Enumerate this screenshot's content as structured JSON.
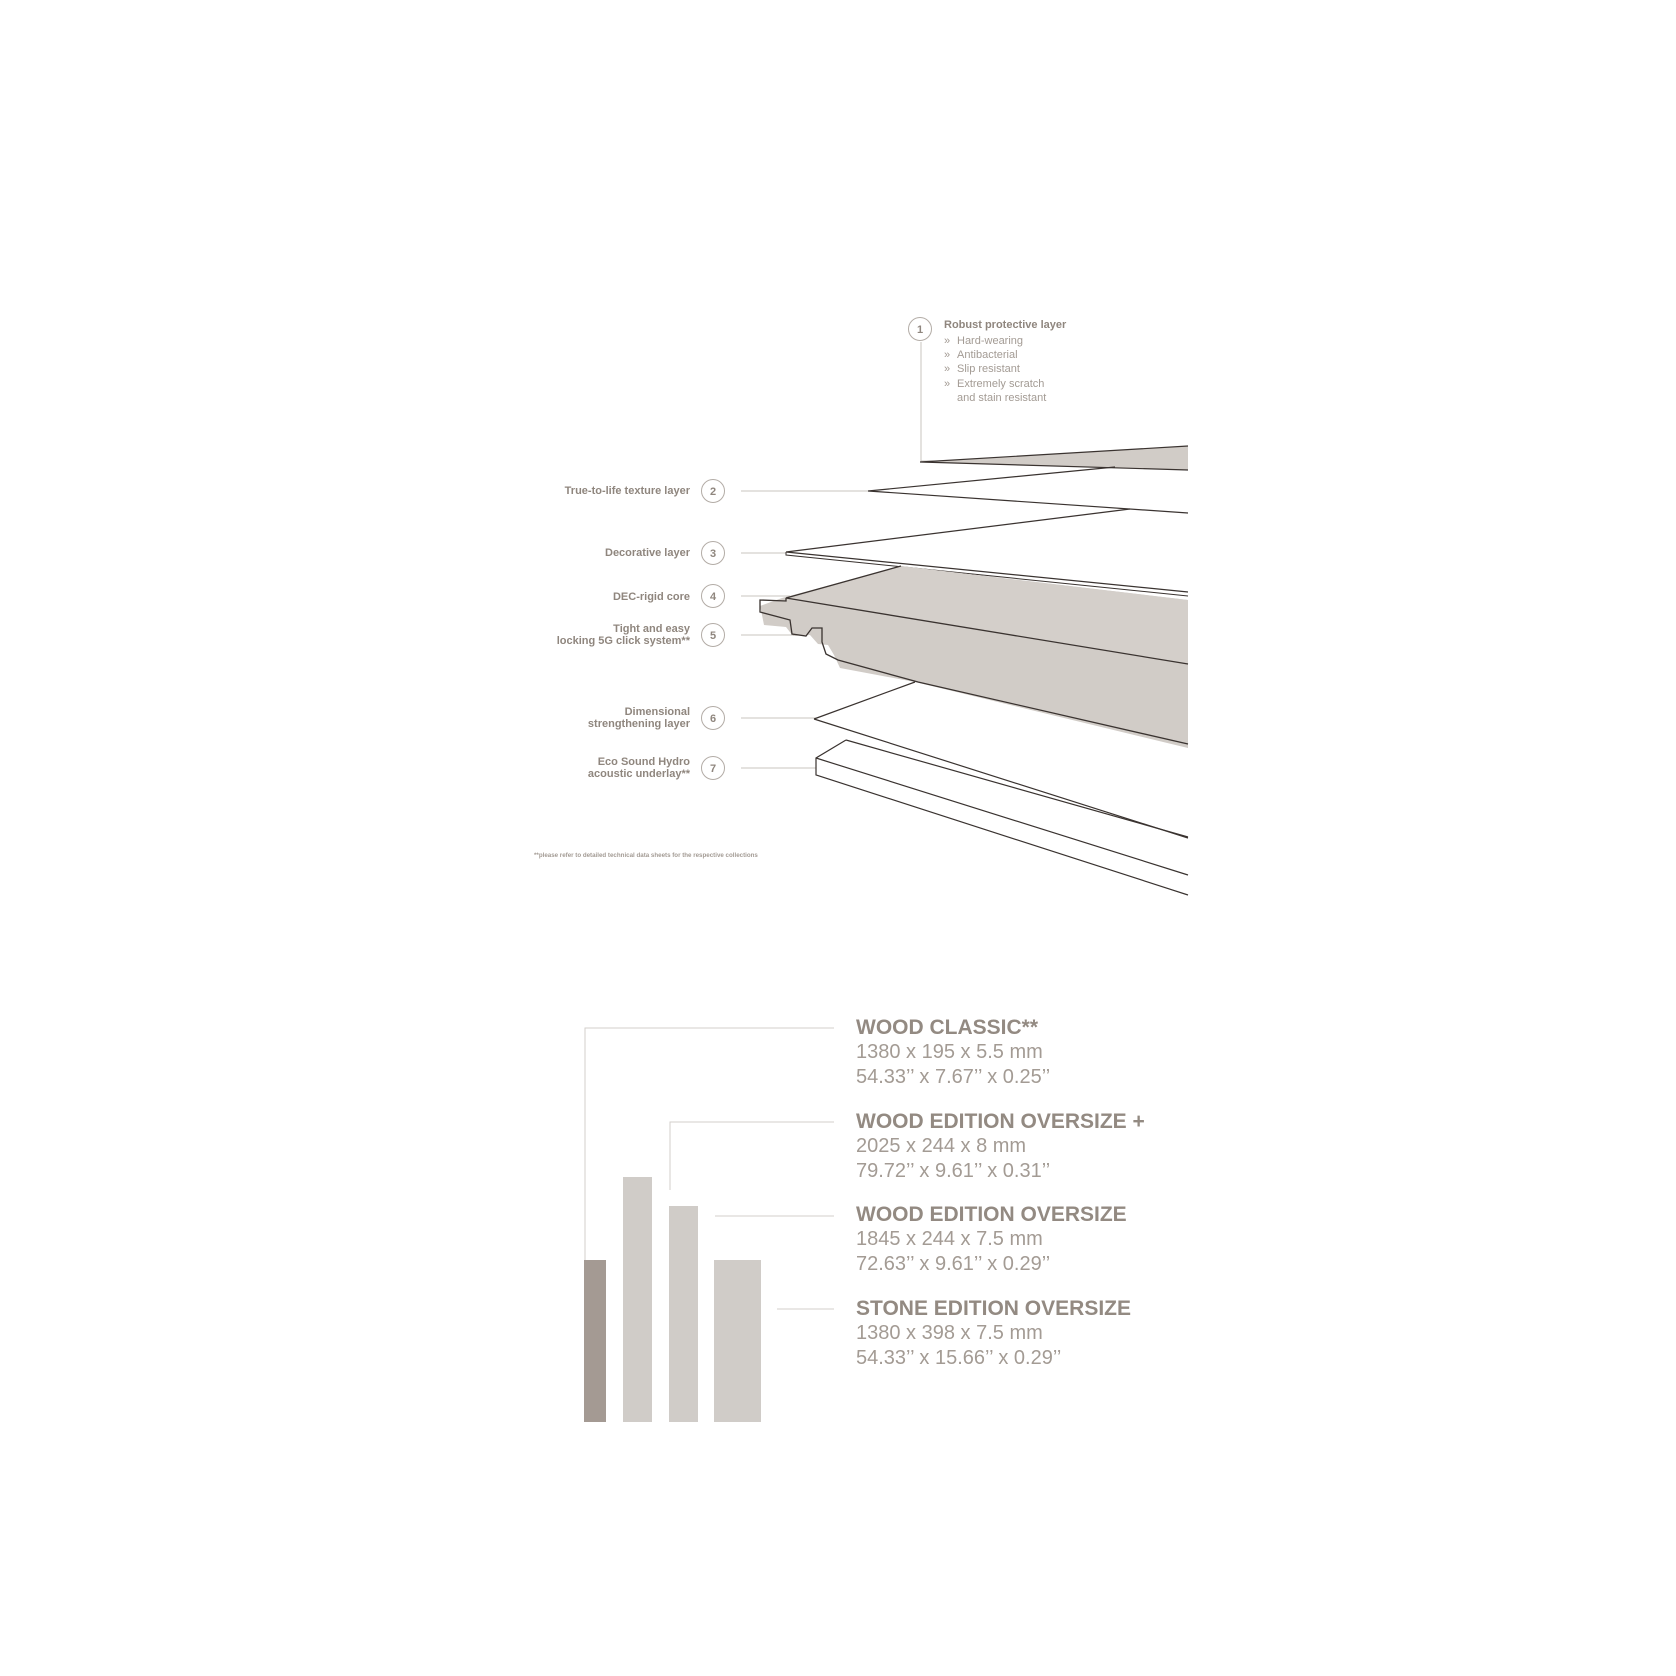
{
  "layers": [
    {
      "number": "1",
      "label": "Robust protective layer",
      "features": [
        "Hard-wearing",
        "Antibacterial",
        "Slip resistant",
        "Extremely scratch\nand stain resistant"
      ]
    },
    {
      "number": "2",
      "label": "True-to-life texture layer"
    },
    {
      "number": "3",
      "label": "Decorative layer"
    },
    {
      "number": "4",
      "label": "DEC-rigid core"
    },
    {
      "number": "5",
      "label": "Tight and easy\nlocking 5G click system**"
    },
    {
      "number": "6",
      "label": "Dimensional\nstrengthening layer"
    },
    {
      "number": "7",
      "label": "Eco Sound Hydro\nacoustic underlay**"
    }
  ],
  "bullet_mark": "»",
  "footnote": "**please refer to detailed technical data sheets for the respective collections",
  "sizes": [
    {
      "name": "WOOD CLASSIC**",
      "metric": "1380 x 195 x 5.5 mm",
      "imperial": "54.33’’ x 7.67’’ x 0.25’’",
      "color": "#a49a93"
    },
    {
      "name": "WOOD EDITION OVERSIZE +",
      "metric": "2025 x 244 x 8 mm",
      "imperial": "79.72’’ x 9.61’’ x 0.31’’",
      "color": "#d0ccc8"
    },
    {
      "name": "WOOD EDITION OVERSIZE",
      "metric": "1845 x 244 x 7.5 mm",
      "imperial": "72.63’’ x 9.61’’ x 0.29’’",
      "color": "#d0ccc8"
    },
    {
      "name": "STONE EDITION OVERSIZE",
      "metric": "1380 x 398 x 7.5 mm",
      "imperial": "54.33’’ x 15.66’’ x 0.29’’",
      "color": "#d0ccc8"
    }
  ],
  "colors": {
    "text": "#8f867e",
    "fill": "#d1ccc7",
    "dark_bar": "#a49a93",
    "light_bar": "#d0ccc8",
    "line": "#cfcac5"
  }
}
